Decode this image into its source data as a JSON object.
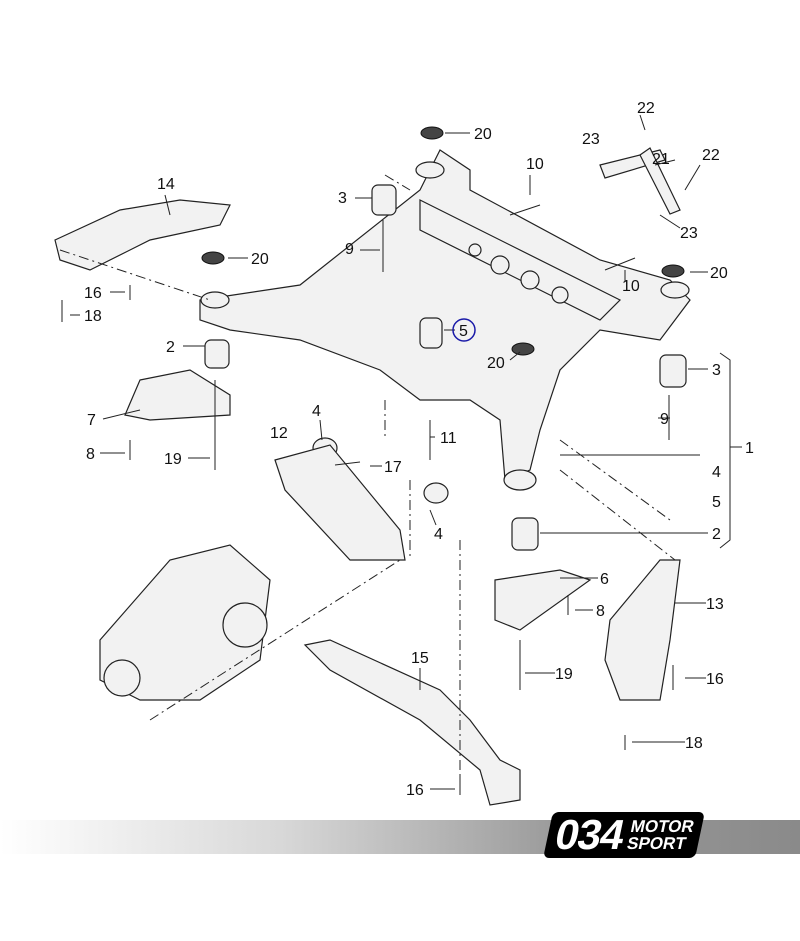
{
  "diagram": {
    "labels": [
      "20",
      "22",
      "23",
      "21",
      "22",
      "10",
      "3",
      "14",
      "9",
      "20",
      "23",
      "10",
      "20",
      "16",
      "18",
      "5",
      "2",
      "20",
      "3",
      "7",
      "4",
      "9",
      "11",
      "1",
      "12",
      "8",
      "19",
      "17",
      "4",
      "5",
      "4",
      "2",
      "6",
      "8",
      "13",
      "15",
      "19",
      "16",
      "18",
      "16"
    ],
    "highlighted_label": "5",
    "highlight_color": "#1a1aa8"
  },
  "branding": {
    "logo_number": "034",
    "logo_word_1": "MOTOR",
    "logo_word_2": "SPORT"
  }
}
